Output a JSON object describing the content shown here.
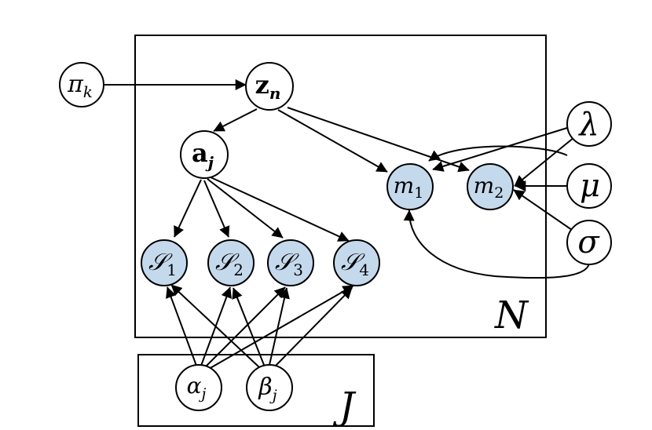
{
  "colors": {
    "observed_fill": "#c5d9ed",
    "latent_fill": "#ffffff",
    "line": "#000000"
  },
  "plates": {
    "outer_label": "N",
    "inner_label": "J"
  },
  "nodes": {
    "pi": {
      "base": "π",
      "sub": "k",
      "observed": false
    },
    "z": {
      "base": "z",
      "sub": "n",
      "observed": false,
      "bold": true
    },
    "a": {
      "base": "a",
      "sub": "j",
      "observed": false,
      "bold": true
    },
    "m1": {
      "base": "m",
      "sub": "1",
      "observed": true
    },
    "m2": {
      "base": "m",
      "sub": "2",
      "observed": true
    },
    "lambda": {
      "base": "λ",
      "sub": "",
      "observed": false
    },
    "mu": {
      "base": "μ",
      "sub": "",
      "observed": false
    },
    "sigma": {
      "base": "σ",
      "sub": "",
      "observed": false
    },
    "s1": {
      "base": "𝒮",
      "sub": "1",
      "observed": true
    },
    "s2": {
      "base": "𝒮",
      "sub": "2",
      "observed": true
    },
    "s3": {
      "base": "𝒮",
      "sub": "3",
      "observed": true
    },
    "s4": {
      "base": "𝒮",
      "sub": "4",
      "observed": true
    },
    "alpha": {
      "base": "α",
      "sub": "j",
      "observed": false
    },
    "beta": {
      "base": "β",
      "sub": "j",
      "observed": false
    }
  }
}
